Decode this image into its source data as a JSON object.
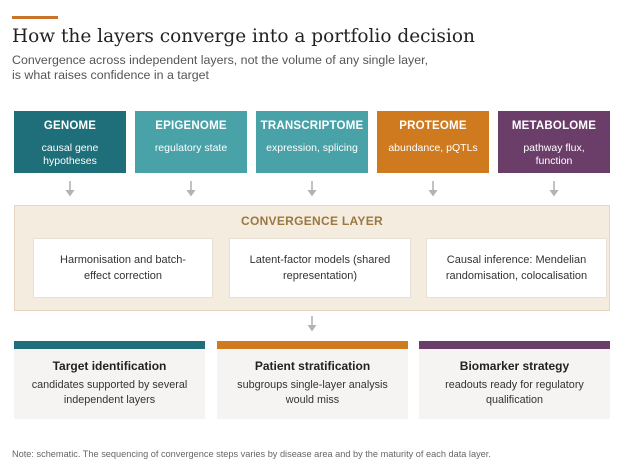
{
  "colors": {
    "accent": "#c8742a",
    "genome": "#1e6f7a",
    "epigenome": "#4aa2a9",
    "transcriptome": "#4aa2a9",
    "proteome": "#cf7a1f",
    "metabolome": "#6b3e6a",
    "arrow": "#b3b3b3",
    "convergence_title": "#9a7840"
  },
  "title": "How the layers converge into a portfolio decision",
  "subtitle": "Convergence across independent layers, not the volume of any single layer, is what raises confidence in a target",
  "layers": [
    {
      "name": "GENOME",
      "desc": "causal gene hypotheses"
    },
    {
      "name": "EPIGENOME",
      "desc": "regulatory state"
    },
    {
      "name": "TRANSCRIPTOME",
      "desc": "expression, splicing"
    },
    {
      "name": "PROTEOME",
      "desc": "abundance, pQTLs"
    },
    {
      "name": "METABOLOME",
      "desc": "pathway flux, function"
    }
  ],
  "convergence": {
    "title": "CONVERGENCE LAYER",
    "methods": [
      "Harmonisation and batch-effect correction",
      "Latent-factor models (shared representation)",
      "Causal inference: Mendelian randomisation, colocalisation"
    ]
  },
  "outcomes": [
    {
      "title": "Target identification",
      "desc": "candidates supported by several independent layers",
      "color": "#1e6f7a"
    },
    {
      "title": "Patient stratification",
      "desc": "subgroups single-layer analysis would miss",
      "color": "#cf7a1f"
    },
    {
      "title": "Biomarker strategy",
      "desc": "readouts ready for regulatory qualification",
      "color": "#6b3e6a"
    }
  ],
  "note": "Note: schematic. The sequencing of convergence steps varies by disease area and by the maturity of each data layer."
}
